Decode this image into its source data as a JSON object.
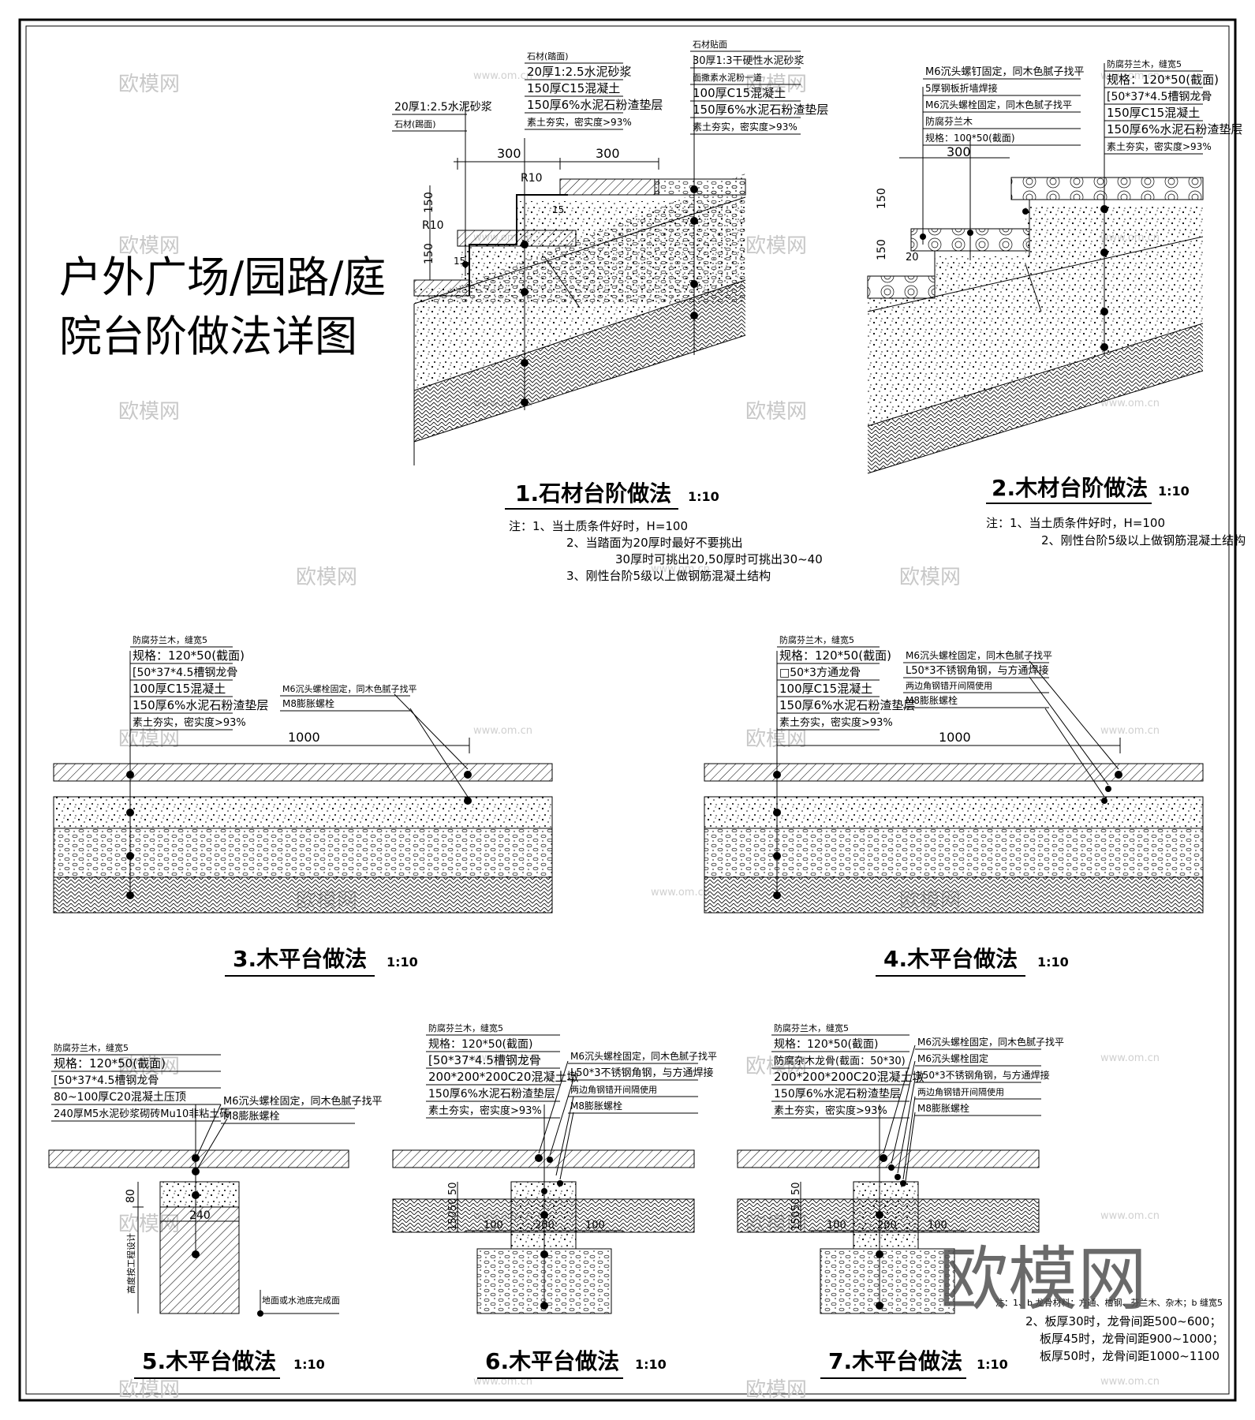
{
  "sheet": {
    "title_line1": "户外广场/园路/庭",
    "title_line2": "院台阶做法详图"
  },
  "watermark": {
    "text": "欧模网",
    "url": "www.om.cn",
    "url_short": "om.cn"
  },
  "details": [
    {
      "id": "d1",
      "title": "1.石材台阶做法",
      "scale": "1:10",
      "labels_left": [
        "20厚1:2.5水泥砂浆",
        "石材(踢面)"
      ],
      "labels_mid": [
        "石材(踏面)",
        "20厚1:2.5水泥砂浆",
        "150厚C15混凝土",
        "150厚6%水泥石粉渣垫层",
        "素土夯实，密实度>93%"
      ],
      "labels_right": [
        "石材贴面",
        "30厚1:3干硬性水泥砂浆",
        "面撒素水泥粉一道",
        "100厚C15混凝土",
        "150厚6%水泥石粉渣垫层",
        "素土夯实，密实度>93%"
      ],
      "dims": [
        "300",
        "300",
        "R10",
        "R10",
        "150",
        "150",
        "15",
        "15"
      ],
      "notes": [
        "注：1、当土质条件好时，H=100",
        "2、当踏面为20厚时最好不要挑出",
        "30厚时可挑出20,50厚时可挑出30~40",
        "3、刚性台阶5级以上做钢筋混凝土结构"
      ]
    },
    {
      "id": "d2",
      "title": "2.木材台阶做法",
      "scale": "1:10",
      "labels_left": [
        "M6沉头螺钉固定，同木色腻子找平",
        "5厚钢板折墙焊接",
        "M6沉头螺栓固定，同木色腻子找平",
        "防腐芬兰木",
        "规格：100*50(截面)"
      ],
      "labels_right": [
        "防腐芬兰木，缝宽5",
        "规格：120*50(截面)",
        "[50*37*4.5槽钢龙骨",
        "150厚C15混凝土",
        "150厚6%水泥石粉渣垫层",
        "素土夯实，密实度>93%"
      ],
      "dims": [
        "300",
        "150",
        "150",
        "20"
      ],
      "notes": [
        "注：1、当土质条件好时，H=100",
        "2、刚性台阶5级以上做钢筋混凝土结构"
      ]
    },
    {
      "id": "d3",
      "title": "3.木平台做法",
      "scale": "1:10",
      "labels": [
        "防腐芬兰木，缝宽5",
        "规格：120*50(截面)",
        "[50*37*4.5槽钢龙骨",
        "100厚C15混凝土",
        "150厚6%水泥石粉渣垫层",
        "素土夯实，密实度>93%"
      ],
      "labels_right": [
        "M6沉头螺栓固定，同木色腻子找平",
        "M8膨胀螺栓"
      ],
      "dims": [
        "1000"
      ]
    },
    {
      "id": "d4",
      "title": "4.木平台做法",
      "scale": "1:10",
      "labels": [
        "防腐芬兰木，缝宽5",
        "规格：120*50(截面)",
        "□50*3方通龙骨",
        "100厚C15混凝土",
        "150厚6%水泥石粉渣垫层",
        "素土夯实，密实度>93%"
      ],
      "labels_right": [
        "M6沉头螺栓固定，同木色腻子找平",
        "L50*3不锈钢角钢，与方通焊接",
        "两边角钢错开间隔使用",
        "M8膨胀螺栓"
      ],
      "dims": [
        "1000"
      ]
    },
    {
      "id": "d5",
      "title": "5.木平台做法",
      "scale": "1:10",
      "labels": [
        "防腐芬兰木，缝宽5",
        "规格：120*50(截面)",
        "[50*37*4.5槽钢龙骨",
        "80~100厚C20混凝土压顶",
        "240厚M5水泥砂浆砌砖Mu10非粘土砖"
      ],
      "labels_right": [
        "M6沉头螺栓固定，同木色腻子找平",
        "M8膨胀螺栓"
      ],
      "dims": [
        "80",
        "240"
      ],
      "side_label": "高度按工程设计",
      "bottom_label": "地面或水池底完成面"
    },
    {
      "id": "d6",
      "title": "6.木平台做法",
      "scale": "1:10",
      "labels": [
        "防腐芬兰木，缝宽5",
        "规格：120*50(截面)",
        "[50*37*4.5槽钢龙骨",
        "200*200*200C20混凝土墩",
        "150厚6%水泥石粉渣垫层",
        "素土夯实，密实度>93%"
      ],
      "labels_right": [
        "M6沉头螺栓固定，同木色腻子找平",
        "L50*3不锈钢角钢，与方通焊接",
        "两边角钢错开间隔使用",
        "M8膨胀螺栓"
      ],
      "dims": [
        "50",
        "50",
        "150",
        "100",
        "200",
        "100"
      ]
    },
    {
      "id": "d7",
      "title": "7.木平台做法",
      "scale": "1:10",
      "labels": [
        "防腐芬兰木，缝宽5",
        "规格：120*50(截面)",
        "防腐杂木龙骨(截面：50*30)",
        "200*200*200C20混凝土墩",
        "150厚6%水泥石粉渣垫层",
        "素土夯实，密实度>93%"
      ],
      "labels_right": [
        "M6沉头螺栓固定，同木色腻子找平",
        "M6沉头螺栓固定",
        "L50*3不锈钢角钢，与方通焊接",
        "两边角钢错开间隔使用",
        "M8膨胀螺栓"
      ],
      "dims": [
        "50",
        "50",
        "150",
        "100",
        "200",
        "100"
      ],
      "notes": [
        "注：1、b  龙骨材料：方通、槽钢、芬兰木、杂木；b  缝宽5",
        "2、板厚30时，龙骨间距500~600；",
        "板厚45时，龙骨间距900~1000；",
        "板厚50时，龙骨间距1000~1100"
      ]
    }
  ],
  "colors": {
    "line": "#000000",
    "watermark": "#c8c8c8",
    "brand_watermark": "#505050"
  }
}
